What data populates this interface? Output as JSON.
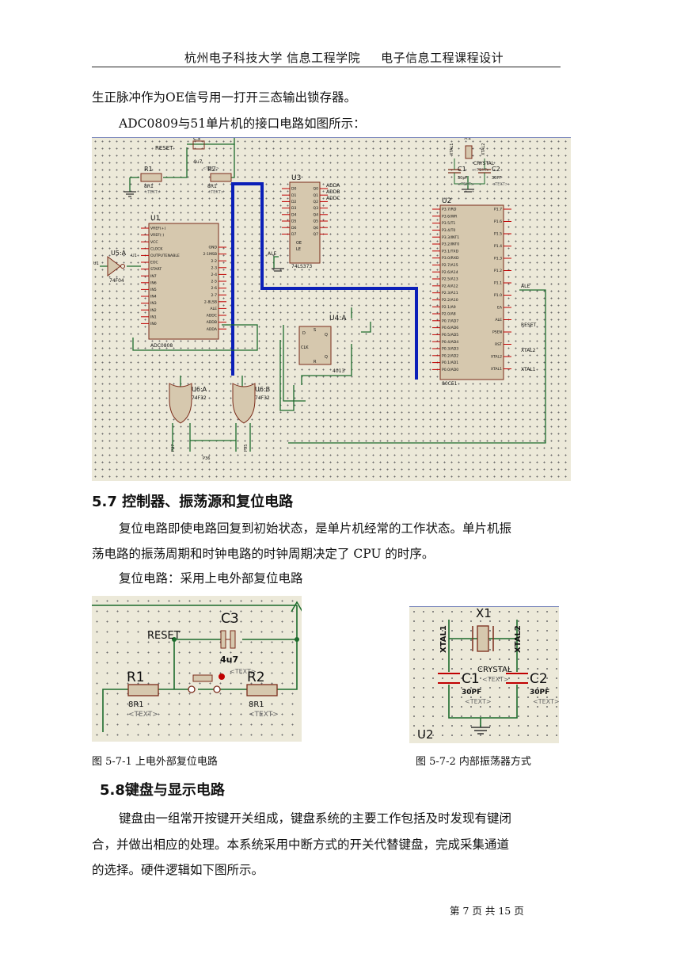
{
  "header": {
    "left": "杭州电子科技大学 信息工程学院",
    "right": "电子信息工程课程设计"
  },
  "para_oe": "生正脉冲作为OE信号用一打开三态输出锁存器。",
  "para_intro": "ADC0809与51单片机的接口电路如图所示：",
  "schematic": {
    "u1": {
      "ref": "U1",
      "part": "ADC0808",
      "left_pins": [
        "VREF(+)",
        "VREF(-)",
        "VCC",
        "CLOCK",
        "OUTPUTENABLE",
        "EOC",
        "START",
        "IN7",
        "IN6",
        "IN5",
        "IN4",
        "IN3",
        "IN2",
        "IN1",
        "IN0"
      ],
      "right_pins": [
        "GND",
        "2-1MSB",
        "2-2",
        "2-3",
        "2-4",
        "2-5",
        "2-6",
        "2-7",
        "2-8LSB",
        "ALE",
        "ADDC",
        "ADDB",
        "ADDA"
      ]
    },
    "u2": {
      "ref": "U2",
      "part": "80C51",
      "left_pins": [
        "P3.7/RD",
        "P3.6/WR",
        "P3.5/T1",
        "P3.4/T0",
        "P3.3/INT1",
        "P3.2/INT0",
        "P3.1/TXD",
        "P3.0/RXD",
        "P2.7/A15",
        "P2.6/A14",
        "P2.5/A13",
        "P2.4/A12",
        "P2.3/A11",
        "P2.2/A10",
        "P2.1/A9",
        "P2.0/A8",
        "P0.7/AD7",
        "P0.6/AD6",
        "P0.5/AD5",
        "P0.4/AD4",
        "P0.3/AD3",
        "P0.2/AD2",
        "P0.1/AD1",
        "P0.0/AD0"
      ],
      "right_pins": [
        "P1.7",
        "P1.6",
        "P1.5",
        "P1.4",
        "P1.3",
        "P1.2",
        "P1.1",
        "P1.0",
        "EA",
        "ALE",
        "PSEN",
        "RST",
        "XTAL2",
        "XTAL1"
      ],
      "labels": [
        "RESET",
        "XTAL2",
        "XTAL1",
        "ALE"
      ]
    },
    "u3": {
      "ref": "U3",
      "part": "74LS373",
      "inputs": [
        "D0",
        "D1",
        "D2",
        "D3",
        "D4",
        "D5",
        "D6",
        "D7"
      ],
      "outputs": [
        "Q0",
        "Q1",
        "Q2",
        "Q3",
        "Q4",
        "Q5",
        "Q6",
        "Q7"
      ],
      "out_labels": [
        "ADDA",
        "ADDB",
        "ADDC"
      ],
      "ctrl": [
        "OE",
        "LE"
      ],
      "ale": "ALE"
    },
    "u4": {
      "ref": "U4:A",
      "part": "4013",
      "pins": [
        "D",
        "CLK",
        "S",
        "R",
        "Q",
        "Q"
      ]
    },
    "u5": {
      "ref": "U5:A",
      "part": "74F04"
    },
    "u6a": {
      "ref": "U6:A",
      "part": "74F32"
    },
    "u6b": {
      "ref": "U6:B",
      "part": "74F32"
    },
    "nets": [
      "U1",
      "U1",
      "P37",
      "P36",
      "P35"
    ],
    "reset_small": {
      "c3": "C3",
      "c3_val": "4u7",
      "r1": "R1",
      "r1_val": "8R1",
      "r2": "R2",
      "r2_val": "8R1",
      "reset": "RESET"
    },
    "osc_small": {
      "x1": "X1",
      "crystal": "CRYSTAL",
      "c1": "C1",
      "c2": "C2",
      "c1_val": "30pF",
      "c2_val": "30PF",
      "xtal1": "XTAL1",
      "xtal2": "XTAL2"
    },
    "text_tag": "<TEXT>"
  },
  "sec57_title": "5.7 控制器、振荡源和复位电路",
  "para_57a": "复位电路即使电路回复到初始状态，是单片机经常的工作状态。单片机振",
  "para_57b": "荡电路的振荡周期和时钟电路的时钟周期决定了 CPU 的时序。",
  "para_57c": "复位电路：采用上电外部复位电路",
  "fig1": {
    "reset": "RESET",
    "c3": "C3",
    "c3_val": "4u7",
    "r1": "R1",
    "r1_val": "8R1",
    "r2": "R2",
    "r2_val": "8R1",
    "text_tag": "<TEXT>"
  },
  "fig2": {
    "x1": "X1",
    "xtal1": "XTAL1",
    "xtal2": "XTAL2",
    "crystal": "CRYSTAL",
    "c1": "C1",
    "c2": "C2",
    "c1_val": "30PF",
    "c2_val": "30PF",
    "u2": "U2",
    "text_tag": "<TEXT>"
  },
  "cap1": "图 5-7-1 上电外部复位电路",
  "cap2": "图 5-7-2 内部振荡器方式",
  "sec58_title": "5.8键盘与显示电路",
  "para_58a": "键盘由一组常开按键开关组成，键盘系统的主要工作包括及时发现有键闭",
  "para_58b": "合，并做出相应的处理。本系统采用中断方式的开关代替键盘，完成采集通道",
  "para_58c": "的选择。硬件逻辑如下图所示。",
  "footer": "第  7  页  共  15  页",
  "colors": {
    "pin": "#c00000",
    "chip": "#d6c8ae",
    "bus": "#0b1fb8",
    "wire": "#1c6b2c",
    "grid": "#ece9d9"
  }
}
